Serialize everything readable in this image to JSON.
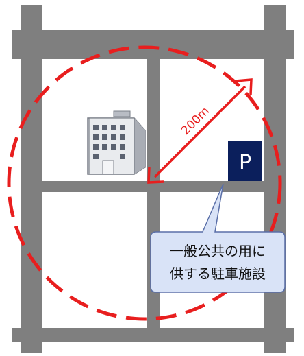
{
  "distance_label": "200m",
  "parking_sign": "P",
  "callout": {
    "line1": "一般公共の用に",
    "line2": "供する駐車施設"
  },
  "colors": {
    "road": "#7f7f7f",
    "circle": "#e81e1e",
    "arrow": "#e81e1e",
    "parking_bg": "#0b1f5c",
    "parking_fg": "#ffffff",
    "callout_bg": "#d9e3f7",
    "callout_border": "#5a6fa8"
  },
  "icons": [
    "building-icon",
    "parking-sign-icon"
  ]
}
